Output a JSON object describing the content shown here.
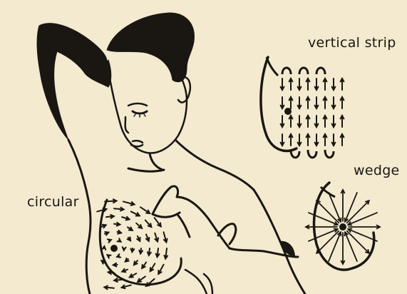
{
  "labels": {
    "vertical_strip": "vertical strip",
    "wedge": "wedge",
    "circular": "circular"
  },
  "colors": {
    "paper": "#f4ead0",
    "ink": "#1a1712"
  }
}
